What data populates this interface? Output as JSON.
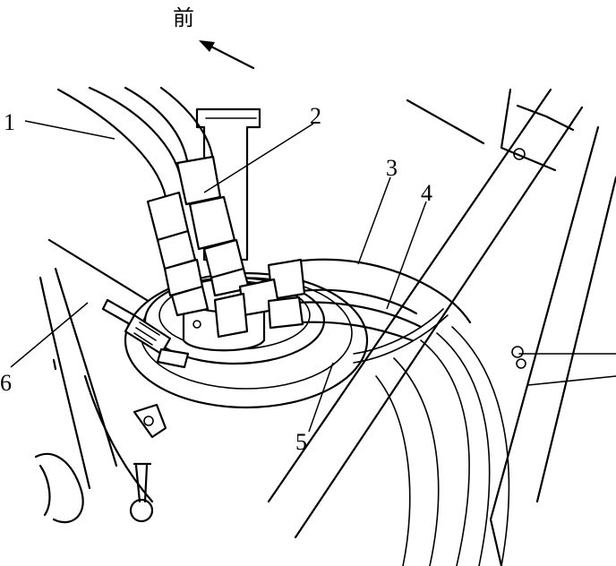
{
  "direction": {
    "label": "前"
  },
  "callouts": [
    {
      "id": "1",
      "label": "1"
    },
    {
      "id": "2",
      "label": "2"
    },
    {
      "id": "3",
      "label": "3"
    },
    {
      "id": "4",
      "label": "4"
    },
    {
      "id": "5",
      "label": "5"
    },
    {
      "id": "6",
      "label": "6"
    }
  ],
  "colors": {
    "ink": "#000000",
    "paper": "#ffffff"
  }
}
